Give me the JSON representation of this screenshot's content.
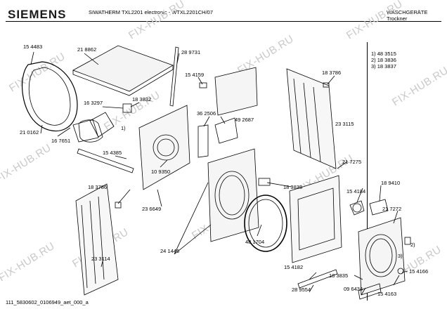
{
  "header": {
    "brand": "SIEMENS",
    "model": "SIWATHERM TXL2201 electronic - WTXL2201CH/07",
    "category": "WASCHGERÄTE",
    "subcategory": "Trockner"
  },
  "notes": [
    "1) 48 3515",
    "2) 18 3836",
    "3) 18 3837"
  ],
  "parts": {
    "p1": "15 4483",
    "p2": "21 8862",
    "p3": "28 9731",
    "p4": "15 4159",
    "p5": "18 3786",
    "p6": "16 3297",
    "p7": "18 3832",
    "p8": "36 2506",
    "p9": "49 2687",
    "p10": "23 3115",
    "p11": "21 0162",
    "p12": "16 7651",
    "p13": "15 4385",
    "p14": "21 7275",
    "p15": "10 9350",
    "p16": "18 3838",
    "p17": "15 4184",
    "p18": "18 9410",
    "p19": "18 3786",
    "p20": "23 6649",
    "p21": "21 7272",
    "p22": "24 1446",
    "p23": "48 1704",
    "p24": "23 3114",
    "p25": "15 4182",
    "p26": "18 3835",
    "p27": "15 4166",
    "p28": "28 9554",
    "p29": "09 6434",
    "p30": "15 4163"
  },
  "callouts": {
    "c1": "1)",
    "c2": "2)",
    "c3": "3)"
  },
  "watermark": "FIX-HUB.RU",
  "footer": "111_5830602_0106949_aet_000_a"
}
